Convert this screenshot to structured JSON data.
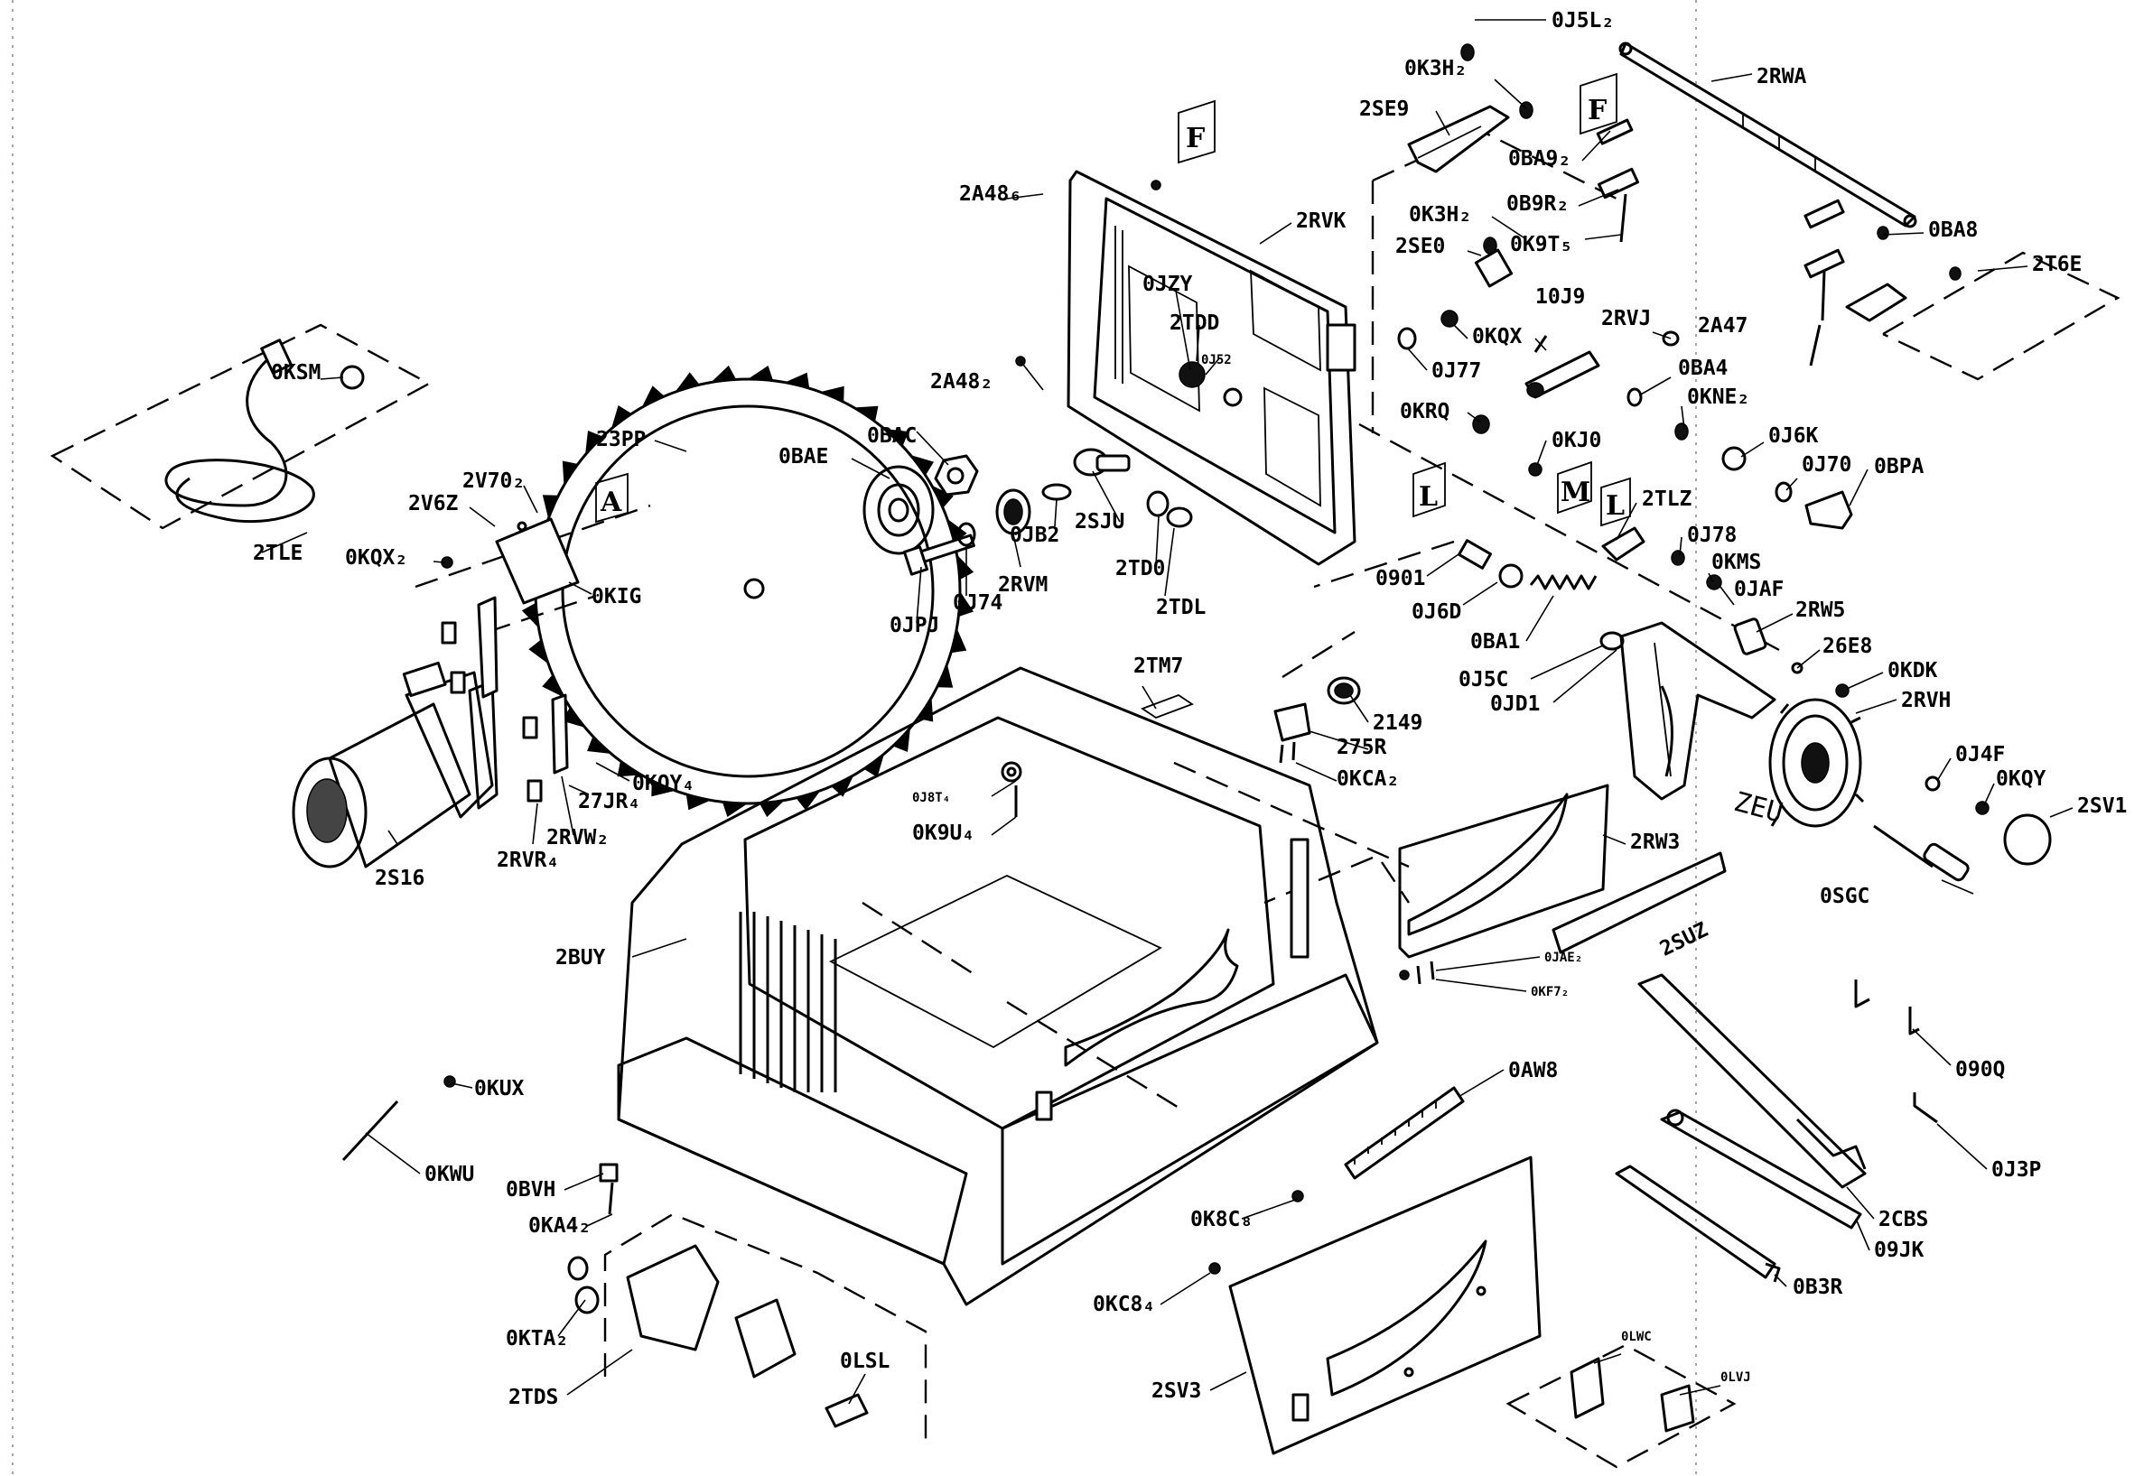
{
  "diagram": {
    "labels": [
      {
        "id": "0J5L2",
        "text": "0J5L₂"
      },
      {
        "id": "0K3H2a",
        "text": "0K3H₂"
      },
      {
        "id": "2RWA",
        "text": "2RWA"
      },
      {
        "id": "2SE9",
        "text": "2SE9"
      },
      {
        "id": "0BA92",
        "text": "0BA9₂"
      },
      {
        "id": "2A48a",
        "text": "2A48₆"
      },
      {
        "id": "2RVK",
        "text": "2RVK"
      },
      {
        "id": "0K3H2b",
        "text": "0K3H₂"
      },
      {
        "id": "0B9R2",
        "text": "0B9R₂"
      },
      {
        "id": "0BA8",
        "text": "0BA8"
      },
      {
        "id": "2SE0",
        "text": "2SE0"
      },
      {
        "id": "0K9T5",
        "text": "0K9T₅"
      },
      {
        "id": "2T6E",
        "text": "2T6E"
      },
      {
        "id": "0JZY",
        "text": "0JZY"
      },
      {
        "id": "2TDD",
        "text": "2TDD"
      },
      {
        "id": "0KQX",
        "text": "0KQX"
      },
      {
        "id": "10J9",
        "text": "10J9"
      },
      {
        "id": "2RVJ",
        "text": "2RVJ"
      },
      {
        "id": "2A47",
        "text": "2A47"
      },
      {
        "id": "0J52",
        "text": "0J52"
      },
      {
        "id": "0J77",
        "text": "0J77"
      },
      {
        "id": "2A48b",
        "text": "2A48₂"
      },
      {
        "id": "0BA4",
        "text": "0BA4"
      },
      {
        "id": "0KNE2",
        "text": "0KNE₂"
      },
      {
        "id": "0KSM",
        "text": "0KSM"
      },
      {
        "id": "0KRQ",
        "text": "0KRQ"
      },
      {
        "id": "0J6K",
        "text": "0J6K"
      },
      {
        "id": "0BAC",
        "text": "0BAC"
      },
      {
        "id": "23PP",
        "text": "23PP"
      },
      {
        "id": "0BAE",
        "text": "0BAE"
      },
      {
        "id": "0KJ0",
        "text": "0KJ0"
      },
      {
        "id": "0J70",
        "text": "0J70"
      },
      {
        "id": "0BPA",
        "text": "0BPA"
      },
      {
        "id": "2V702",
        "text": "2V70₂"
      },
      {
        "id": "2V6Z",
        "text": "2V6Z"
      },
      {
        "id": "2SJU",
        "text": "2SJU"
      },
      {
        "id": "2TLZ",
        "text": "2TLZ"
      },
      {
        "id": "0J78",
        "text": "0J78"
      },
      {
        "id": "0JB2",
        "text": "0JB2"
      },
      {
        "id": "2TLE",
        "text": "2TLE"
      },
      {
        "id": "0KQX2",
        "text": "0KQX₂"
      },
      {
        "id": "2RVM",
        "text": "2RVM"
      },
      {
        "id": "2TD0",
        "text": "2TD0"
      },
      {
        "id": "0901",
        "text": "0901"
      },
      {
        "id": "0KMS",
        "text": "0KMS"
      },
      {
        "id": "0JAF",
        "text": "0JAF"
      },
      {
        "id": "0KIG",
        "text": "0KIG"
      },
      {
        "id": "0J74",
        "text": "0J74"
      },
      {
        "id": "2TDL",
        "text": "2TDL"
      },
      {
        "id": "0J6D",
        "text": "0J6D"
      },
      {
        "id": "2RW5",
        "text": "2RW5"
      },
      {
        "id": "0JPJ",
        "text": "0JPJ"
      },
      {
        "id": "0BA1",
        "text": "0BA1"
      },
      {
        "id": "26E8",
        "text": "26E8"
      },
      {
        "id": "0J5C",
        "text": "0J5C"
      },
      {
        "id": "0KDK",
        "text": "0KDK"
      },
      {
        "id": "2TM7",
        "text": "2TM7"
      },
      {
        "id": "0JD1",
        "text": "0JD1"
      },
      {
        "id": "2RVH",
        "text": "2RVH"
      },
      {
        "id": "2149",
        "text": "2149"
      },
      {
        "id": "275R",
        "text": "275R"
      },
      {
        "id": "0KOY4",
        "text": "0KOY₄"
      },
      {
        "id": "0J4F",
        "text": "0J4F"
      },
      {
        "id": "0J8T4",
        "text": "0J8T₄"
      },
      {
        "id": "0KCA2",
        "text": "0KCA₂"
      },
      {
        "id": "0KQY",
        "text": "0KQY"
      },
      {
        "id": "27JR4",
        "text": "27JR₄"
      },
      {
        "id": "2SV1",
        "text": "2SV1"
      },
      {
        "id": "0K9U4",
        "text": "0K9U₄"
      },
      {
        "id": "2RVW2",
        "text": "2RVW₂"
      },
      {
        "id": "2RW3",
        "text": "2RW3"
      },
      {
        "id": "2S16",
        "text": "2S16"
      },
      {
        "id": "2RVR4",
        "text": "2RVR₄"
      },
      {
        "id": "0SGC",
        "text": "0SGC"
      },
      {
        "id": "2SUZ",
        "text": "2SUZ"
      },
      {
        "id": "2BUY",
        "text": "2BUY"
      },
      {
        "id": "0JAE2",
        "text": "0JAE₂"
      },
      {
        "id": "0KF72",
        "text": "0KF7₂"
      },
      {
        "id": "090Q",
        "text": "090Q"
      },
      {
        "id": "0AW8",
        "text": "0AW8"
      },
      {
        "id": "0KUX",
        "text": "0KUX"
      },
      {
        "id": "0J3P",
        "text": "0J3P"
      },
      {
        "id": "0KWU",
        "text": "0KWU"
      },
      {
        "id": "0BVH",
        "text": "0BVH"
      },
      {
        "id": "0K8C8",
        "text": "0K8C₈"
      },
      {
        "id": "2CBS",
        "text": "2CBS"
      },
      {
        "id": "0KA42",
        "text": "0KA4₂"
      },
      {
        "id": "09JK",
        "text": "09JK"
      },
      {
        "id": "0KC84",
        "text": "0KC8₄"
      },
      {
        "id": "0B3R",
        "text": "0B3R"
      },
      {
        "id": "0LWC",
        "text": "0LWC"
      },
      {
        "id": "0LVJ",
        "text": "0LVJ"
      },
      {
        "id": "0KTA2",
        "text": "0KTA₂"
      },
      {
        "id": "0LSL",
        "text": "0LSL"
      },
      {
        "id": "2TDS",
        "text": "2TDS"
      },
      {
        "id": "2SV3",
        "text": "2SV3"
      },
      {
        "id": "ZEU",
        "text": "ZEU"
      }
    ],
    "callout_letters": [
      {
        "id": "F1",
        "text": "F"
      },
      {
        "id": "F2",
        "text": "F"
      },
      {
        "id": "A",
        "text": "A"
      },
      {
        "id": "L1",
        "text": "L"
      },
      {
        "id": "L2",
        "text": "L"
      },
      {
        "id": "M",
        "text": "M"
      }
    ]
  }
}
